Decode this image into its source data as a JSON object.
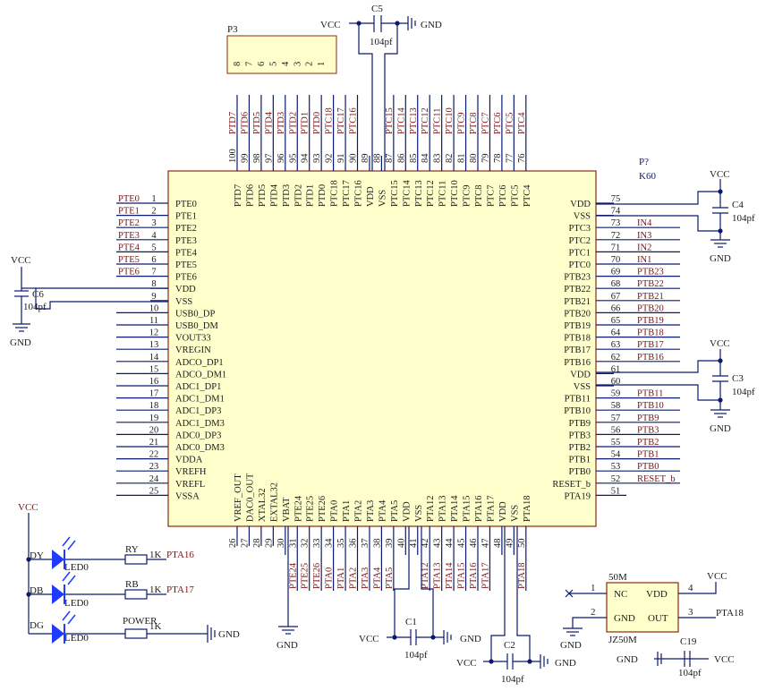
{
  "colors": {
    "body_fill": "#ffffcc",
    "body_stroke": "#8c2a0a",
    "wire": "#0a1a6e",
    "net_label": "#7a1414",
    "pin_text": "#1a1a1a",
    "led": "#1e3cff"
  },
  "ic": {
    "designator": "P?",
    "part": "K60",
    "left_pins": [
      {
        "num": "1",
        "name": "PTE0",
        "net": "PTE0"
      },
      {
        "num": "2",
        "name": "PTE1",
        "net": "PTE1"
      },
      {
        "num": "3",
        "name": "PTE2",
        "net": "PTE2"
      },
      {
        "num": "4",
        "name": "PTE3",
        "net": "PTE3"
      },
      {
        "num": "5",
        "name": "PTE4",
        "net": "PTE4"
      },
      {
        "num": "6",
        "name": "PTE5",
        "net": "PTE5"
      },
      {
        "num": "7",
        "name": "PTE6",
        "net": "PTE6"
      },
      {
        "num": "8",
        "name": "VDD",
        "net": ""
      },
      {
        "num": "9",
        "name": "VSS",
        "net": ""
      },
      {
        "num": "10",
        "name": "USB0_DP",
        "net": ""
      },
      {
        "num": "11",
        "name": "USB0_DM",
        "net": ""
      },
      {
        "num": "12",
        "name": "VOUT33",
        "net": ""
      },
      {
        "num": "13",
        "name": "VREGIN",
        "net": ""
      },
      {
        "num": "14",
        "name": "ADCO_DP1",
        "net": ""
      },
      {
        "num": "15",
        "name": "ADCO_DM1",
        "net": ""
      },
      {
        "num": "16",
        "name": "ADC1_DP1",
        "net": ""
      },
      {
        "num": "17",
        "name": "ADC1_DM1",
        "net": ""
      },
      {
        "num": "18",
        "name": "ADC1_DP3",
        "net": ""
      },
      {
        "num": "19",
        "name": "ADC1_DM3",
        "net": ""
      },
      {
        "num": "20",
        "name": "ADC0_DP3",
        "net": ""
      },
      {
        "num": "21",
        "name": "ADC0_DM3",
        "net": ""
      },
      {
        "num": "22",
        "name": "VDDA",
        "net": ""
      },
      {
        "num": "23",
        "name": "VREFH",
        "net": ""
      },
      {
        "num": "24",
        "name": "VREFL",
        "net": ""
      },
      {
        "num": "25",
        "name": "VSSA",
        "net": ""
      }
    ],
    "right_pins": [
      {
        "num": "75",
        "name": "VDD",
        "net": ""
      },
      {
        "num": "74",
        "name": "VSS",
        "net": ""
      },
      {
        "num": "73",
        "name": "PTC3",
        "net": "IN4"
      },
      {
        "num": "72",
        "name": "PTC2",
        "net": "IN3"
      },
      {
        "num": "71",
        "name": "PTC1",
        "net": "IN2"
      },
      {
        "num": "70",
        "name": "PTC0",
        "net": "IN1"
      },
      {
        "num": "69",
        "name": "PTB23",
        "net": "PTB23"
      },
      {
        "num": "68",
        "name": "PTB22",
        "net": "PTB22"
      },
      {
        "num": "67",
        "name": "PTB21",
        "net": "PTB21"
      },
      {
        "num": "66",
        "name": "PTB20",
        "net": "PTB20"
      },
      {
        "num": "65",
        "name": "PTB19",
        "net": "PTB19"
      },
      {
        "num": "64",
        "name": "PTB18",
        "net": "PTB18"
      },
      {
        "num": "63",
        "name": "PTB17",
        "net": "PTB17"
      },
      {
        "num": "62",
        "name": "PTB16",
        "net": "PTB16"
      },
      {
        "num": "61",
        "name": "VDD",
        "net": ""
      },
      {
        "num": "60",
        "name": "VSS",
        "net": ""
      },
      {
        "num": "59",
        "name": "PTB11",
        "net": "PTB11"
      },
      {
        "num": "58",
        "name": "PTB10",
        "net": "PTB10"
      },
      {
        "num": "57",
        "name": "PTB9",
        "net": "PTB9"
      },
      {
        "num": "56",
        "name": "PTB3",
        "net": "PTB3"
      },
      {
        "num": "55",
        "name": "PTB2",
        "net": "PTB2"
      },
      {
        "num": "54",
        "name": "PTB1",
        "net": "PTB1"
      },
      {
        "num": "53",
        "name": "PTB0",
        "net": "PTB0"
      },
      {
        "num": "52",
        "name": "RESET_b",
        "net": "RESET_b"
      },
      {
        "num": "51",
        "name": "PTA19",
        "net": ""
      }
    ],
    "top_pins": [
      {
        "num": "100",
        "name": "PTD7",
        "net": "PTD7"
      },
      {
        "num": "99",
        "name": "PTD6",
        "net": "PTD6"
      },
      {
        "num": "98",
        "name": "PTD5",
        "net": "PTD5"
      },
      {
        "num": "97",
        "name": "PTD4",
        "net": "PTD4"
      },
      {
        "num": "96",
        "name": "PTD3",
        "net": "PTD3"
      },
      {
        "num": "95",
        "name": "PTD2",
        "net": "PTD2"
      },
      {
        "num": "94",
        "name": "PTD1",
        "net": "PTD1"
      },
      {
        "num": "93",
        "name": "PTD0",
        "net": "PTD0"
      },
      {
        "num": "92",
        "name": "PTC18",
        "net": "PTC18"
      },
      {
        "num": "91",
        "name": "PTC17",
        "net": "PTC17"
      },
      {
        "num": "90",
        "name": "PTC16",
        "net": "PTC16"
      },
      {
        "num": "89",
        "name": "VDD",
        "net": ""
      },
      {
        "num": "88",
        "name": "VSS",
        "net": ""
      },
      {
        "num": "87",
        "name": "PTC15",
        "net": "PTC15"
      },
      {
        "num": "86",
        "name": "PTC14",
        "net": "PTC14"
      },
      {
        "num": "85",
        "name": "PTC13",
        "net": "PTC13"
      },
      {
        "num": "84",
        "name": "PTC12",
        "net": "PTC12"
      },
      {
        "num": "83",
        "name": "PTC11",
        "net": "PTC11"
      },
      {
        "num": "82",
        "name": "PTC10",
        "net": "PTC10"
      },
      {
        "num": "81",
        "name": "PTC9",
        "net": "PTC9"
      },
      {
        "num": "80",
        "name": "PTC8",
        "net": "PTC8"
      },
      {
        "num": "79",
        "name": "PTC7",
        "net": "PTC7"
      },
      {
        "num": "78",
        "name": "PTC6",
        "net": "PTC6"
      },
      {
        "num": "77",
        "name": "PTC5",
        "net": "PTC5"
      },
      {
        "num": "76",
        "name": "PTC4",
        "net": "PTC4"
      }
    ],
    "bottom_pins": [
      {
        "num": "26",
        "name": "VREF_OUT",
        "net": ""
      },
      {
        "num": "27",
        "name": "DAC0_OUT",
        "net": ""
      },
      {
        "num": "28",
        "name": "XTAL32",
        "net": ""
      },
      {
        "num": "29",
        "name": "EXTAL32",
        "net": ""
      },
      {
        "num": "30",
        "name": "VBAT",
        "net": ""
      },
      {
        "num": "31",
        "name": "PTE24",
        "net": "PTE24"
      },
      {
        "num": "32",
        "name": "PTE25",
        "net": "PTE25"
      },
      {
        "num": "33",
        "name": "PTE26",
        "net": "PTE26"
      },
      {
        "num": "34",
        "name": "PTA0",
        "net": "PTA0"
      },
      {
        "num": "35",
        "name": "PTA1",
        "net": "PTA1"
      },
      {
        "num": "36",
        "name": "PTA2",
        "net": "PTA2"
      },
      {
        "num": "37",
        "name": "PTA3",
        "net": "PTA3"
      },
      {
        "num": "38",
        "name": "PTA4",
        "net": "PTA4"
      },
      {
        "num": "39",
        "name": "PTA5",
        "net": "PTA5"
      },
      {
        "num": "40",
        "name": "VDD",
        "net": ""
      },
      {
        "num": "41",
        "name": "VSS",
        "net": ""
      },
      {
        "num": "42",
        "name": "PTA12",
        "net": "PTA12"
      },
      {
        "num": "43",
        "name": "PTA13",
        "net": "PTA13"
      },
      {
        "num": "44",
        "name": "PTA14",
        "net": "PTA14"
      },
      {
        "num": "45",
        "name": "PTA15",
        "net": "PTA15"
      },
      {
        "num": "46",
        "name": "PTA16",
        "net": "PTA16"
      },
      {
        "num": "47",
        "name": "PTA17",
        "net": "PTA17"
      },
      {
        "num": "48",
        "name": "VDD",
        "net": ""
      },
      {
        "num": "49",
        "name": "VSS",
        "net": ""
      },
      {
        "num": "50",
        "name": "PTA18",
        "net": "PTA18"
      }
    ]
  },
  "header_p3": {
    "designator": "P3",
    "pins": [
      "8",
      "7",
      "6",
      "5",
      "4",
      "3",
      "2",
      "1"
    ]
  },
  "caps": {
    "c5": {
      "ref": "C5",
      "value": "104pf"
    },
    "c6": {
      "ref": "C6",
      "value": "104pf"
    },
    "c4": {
      "ref": "C4",
      "value": "104pf"
    },
    "c3": {
      "ref": "C3",
      "value": "104pf"
    },
    "c1": {
      "ref": "C1",
      "value": "104pf"
    },
    "c2": {
      "ref": "C2",
      "value": "104pf"
    },
    "c19": {
      "ref": "C19",
      "value": "104pf"
    }
  },
  "power": {
    "vcc": "VCC",
    "gnd": "GND"
  },
  "leds": [
    {
      "label": "DY",
      "led": "LED0",
      "res_ref": "RY",
      "res_val": "1K",
      "net": "PTA16"
    },
    {
      "label": "DB",
      "led": "LED0",
      "res_ref": "RB",
      "res_val": "1K",
      "net": "PTA17"
    },
    {
      "label": "DG",
      "led": "LED0",
      "res_ref": "POWER",
      "res_val": "1K",
      "net": "GND"
    }
  ],
  "oscillator": {
    "top_label": "50M",
    "part": "JZ50M",
    "pin1_num": "1",
    "pin1_name": "NC",
    "pin2_num": "2",
    "pin2_name": "GND",
    "pin3_num": "3",
    "pin3_name": "OUT",
    "pin4_num": "4",
    "pin4_name": "VDD",
    "out_net": "PTA18"
  }
}
